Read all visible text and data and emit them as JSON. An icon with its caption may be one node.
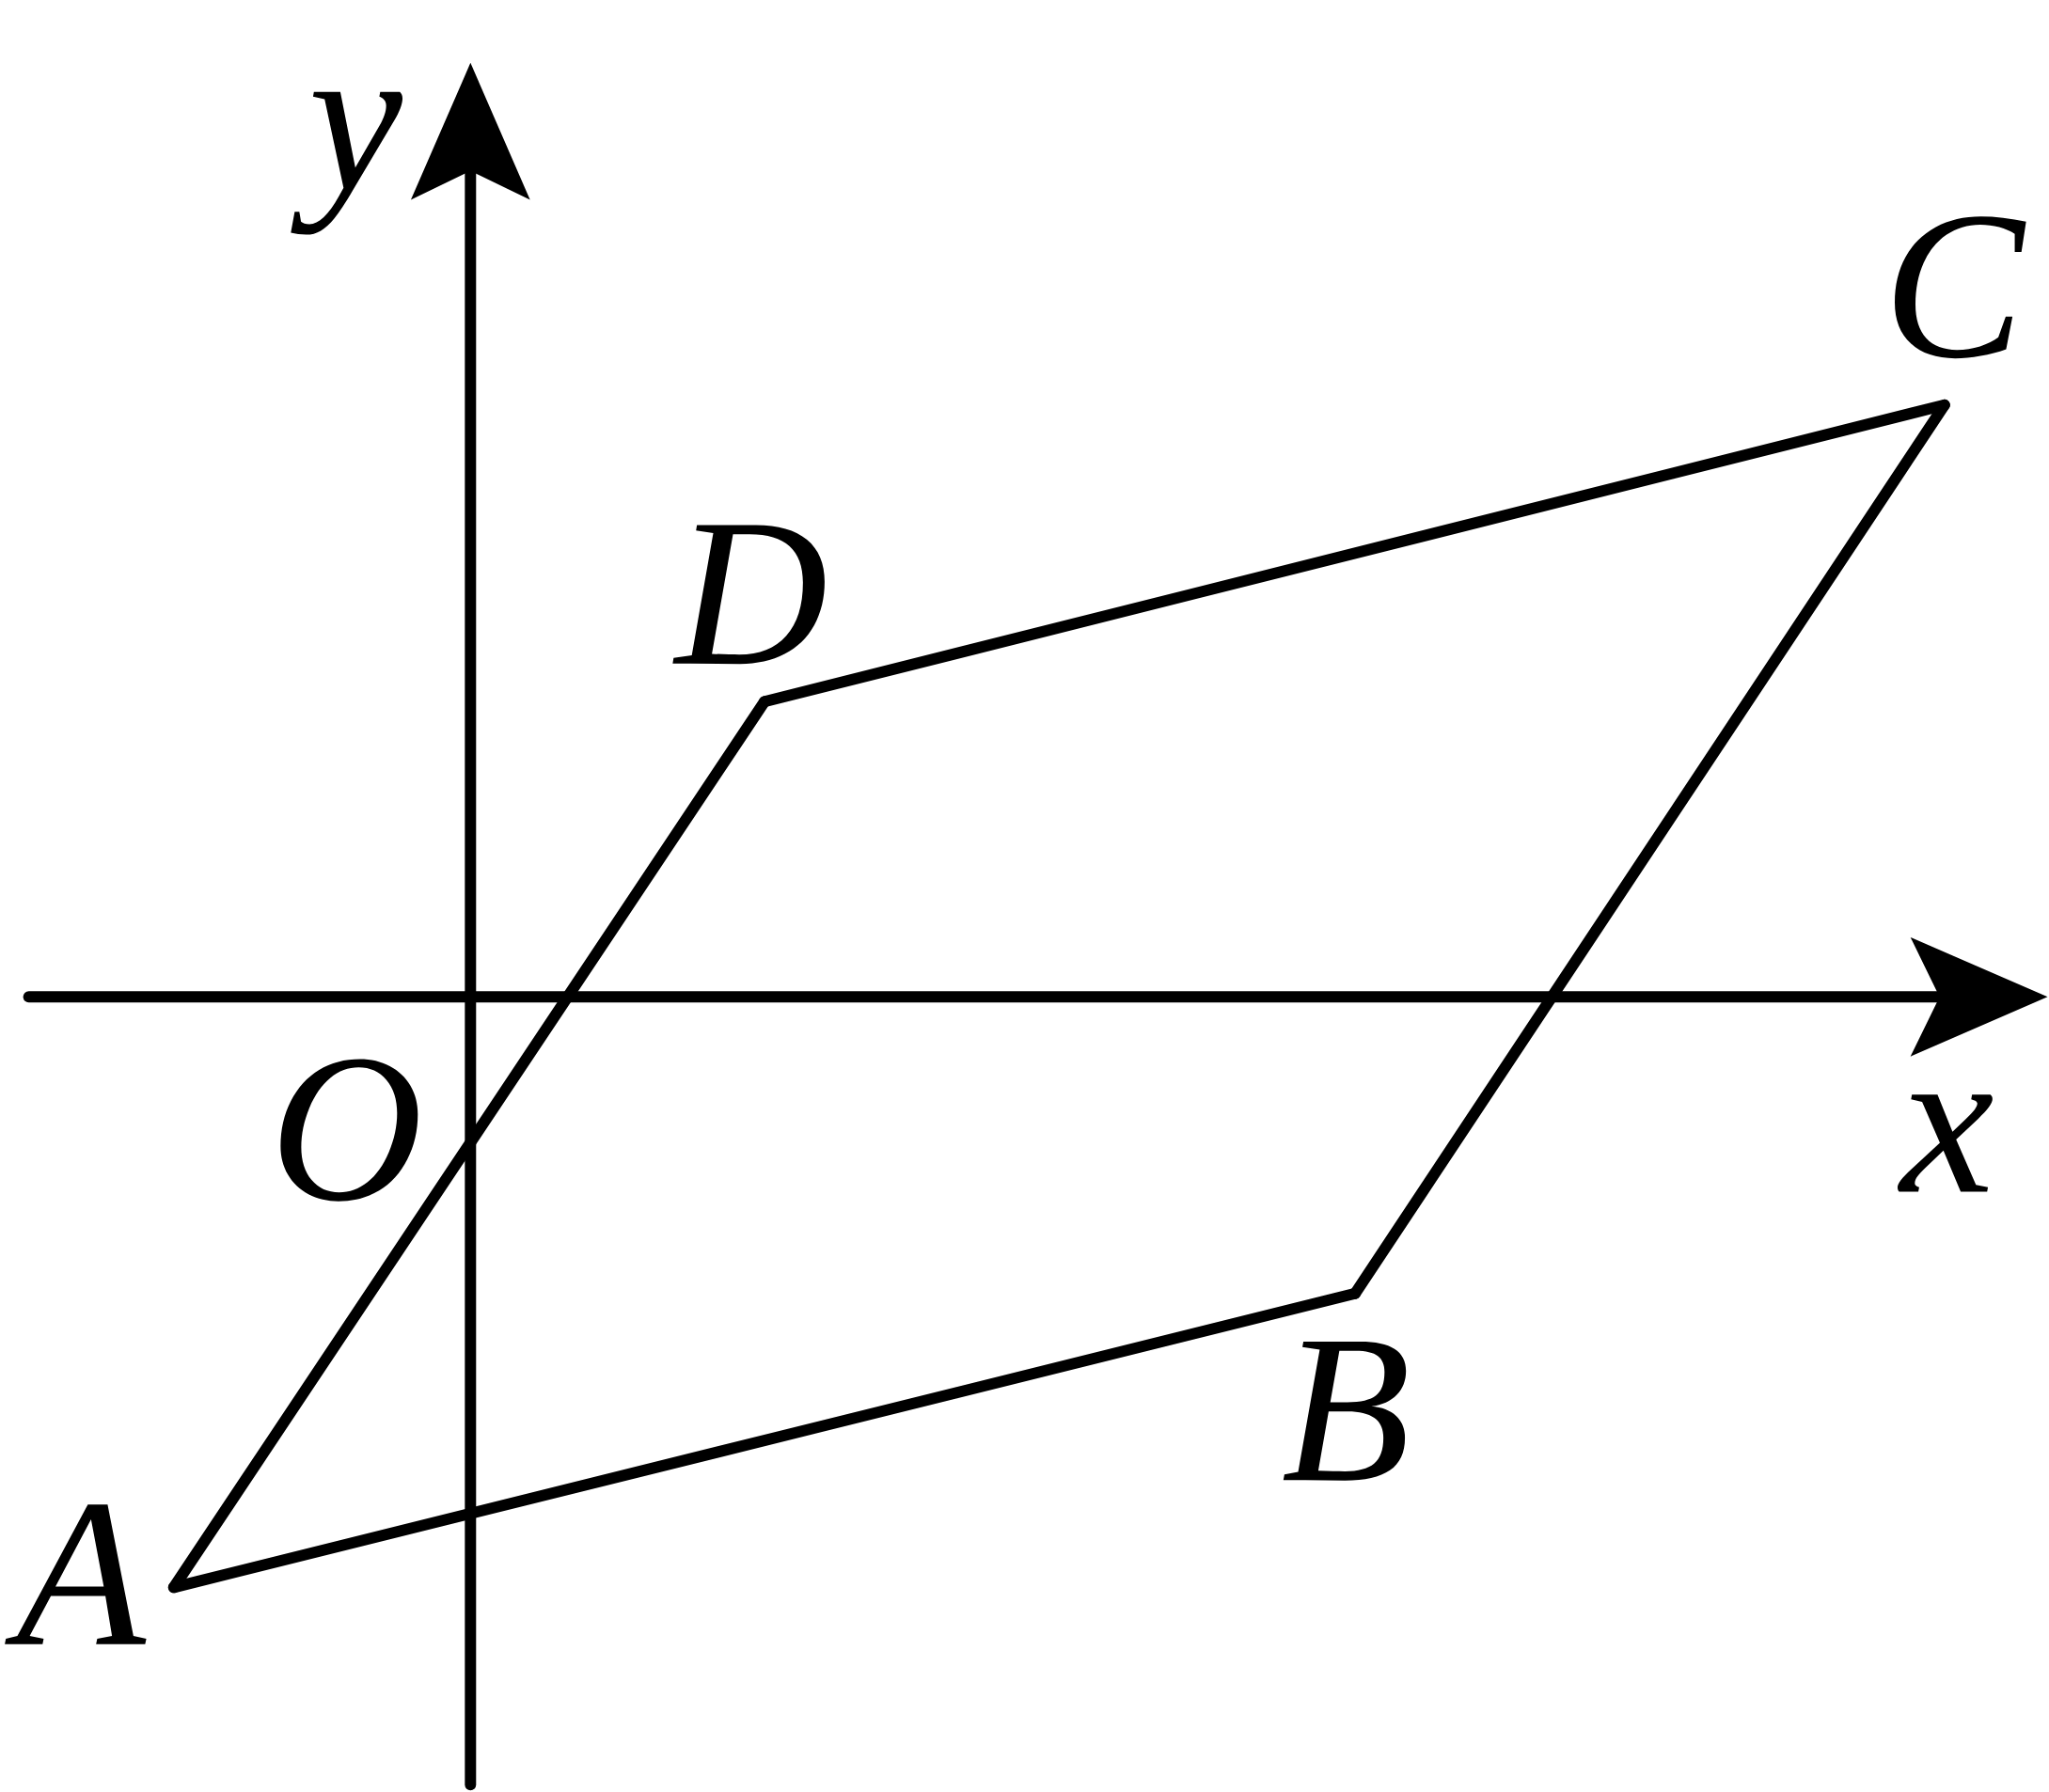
{
  "diagram": {
    "nodes": [
      {
        "text": [
          "A"
        ]
      },
      {
        "text": [
          "B"
        ]
      },
      {
        "text": [
          "C"
        ]
      },
      {
        "text": [
          "D"
        ]
      }
    ],
    "edges": [
      {
        "from": 0,
        "to": 1,
        "arrow": "none"
      },
      {
        "from": 1,
        "to": 2,
        "arrow": "none"
      },
      {
        "from": 2,
        "to": 3,
        "arrow": "none"
      },
      {
        "from": 3,
        "to": 0,
        "arrow": "none"
      }
    ],
    "labels": [
      "y",
      "O",
      "x"
    ]
  }
}
